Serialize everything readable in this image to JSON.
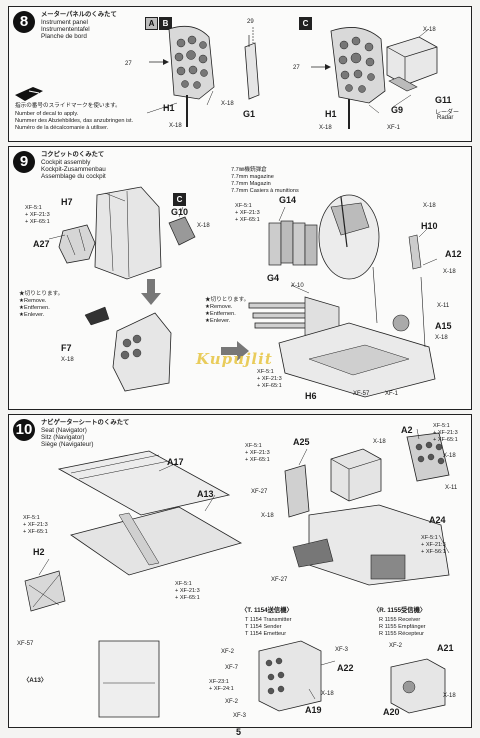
{
  "page_number": "5",
  "watermark": "Kupujlit",
  "step8": {
    "number": "8",
    "title_jp": "メーターパネルのくみたて",
    "title_en": "Instrument panel",
    "title_de": "Instrumententafel",
    "title_fr": "Planche de bord",
    "variant_a": "A",
    "variant_b": "B",
    "variant_c": "C",
    "decal_jp": "指示の番号のスライドマークを使います。",
    "decal_en": "Number of decal to apply.",
    "decal_de": "Nummer des Abziehbildes, das anzubringen ist.",
    "decal_fr": "Numéro de la décalcomanie à utiliser.",
    "parts": {
      "p27a": "27",
      "p29": "29",
      "h1a": "H1",
      "g1": "G1",
      "p27c": "27",
      "h1c": "H1",
      "g9": "G9",
      "g11": "G11"
    },
    "paints": {
      "x18a": "X-18",
      "x18b": "X-18",
      "x18c": "X-18",
      "x18d": "X-18",
      "xf1": "XF-1"
    },
    "radar_jp": "レーダー",
    "radar_en": "Radar"
  },
  "step9": {
    "number": "9",
    "title_jp": "コクピットのくみたて",
    "title_en": "Cockpit assembly",
    "title_de": "Kockpit-Zusammenbau",
    "title_fr": "Assemblage du cockpit",
    "variant_c": "C",
    "mix1": [
      "XF-5:1",
      "+ XF-21:3",
      "+ XF-65:1"
    ],
    "mix2": [
      "XF-5:1",
      "+ XF-21:3",
      "+ XF-65:1"
    ],
    "mix3": [
      "XF-5:1",
      "+ XF-21:3",
      "+ XF-65:1"
    ],
    "mag_jp": "7.7㎜機銃弾倉",
    "mag_en": "7.7mm magazine",
    "mag_de": "7.7mm Magazin",
    "mag_fr": "7.7mm Casiers à munitions",
    "remove1": [
      "★切りとります。",
      "★Remove.",
      "★Entfernen.",
      "★Enlever."
    ],
    "remove2": [
      "★切りとります。",
      "★Remove.",
      "★Entfernen.",
      "★Enlever."
    ],
    "parts": {
      "h7": "H7",
      "a27": "A27",
      "g10": "G10",
      "g14": "G14",
      "h10": "H10",
      "a12": "A12",
      "g4": "G4",
      "f7": "F7",
      "a15": "A15",
      "h6": "H6"
    },
    "paints": {
      "x18a": "X-18",
      "x18b": "X-18",
      "x18c": "X-18",
      "x18d": "X-18",
      "x10": "X-10",
      "x11": "X-11",
      "x18e": "X-18",
      "xf57": "XF-57",
      "xf1": "XF-1"
    }
  },
  "step10": {
    "number": "10",
    "title_jp": "ナビゲーターシートのくみたて",
    "title_en": "Seat (Navigator)",
    "title_de": "Sitz (Navigator)",
    "title_fr": "Siège (Navigateur)",
    "mix1": [
      "XF-5:1",
      "+ XF-21:3",
      "+ XF-65:1"
    ],
    "mix2": [
      "XF-5:1",
      "+ XF-21:3",
      "+ XF-65:1"
    ],
    "mix3": [
      "XF-5:1",
      "+ XF-21:3",
      "+ XF-65:1"
    ],
    "mix4": [
      "XF-5:1",
      "+ XF-21:3",
      "+ XF-65:1"
    ],
    "mix5": [
      "XF-5:1",
      "+ XF-21:3",
      "+ XF-56:1"
    ],
    "parts": {
      "a17": "A17",
      "a13": "A13",
      "h2": "H2",
      "a25": "A25",
      "a2": "A2",
      "a24": "A24",
      "a22": "A22",
      "a19": "A19",
      "a21": "A21",
      "a20": "A20",
      "a13ref": "〈A13〉"
    },
    "paints": {
      "xf57": "XF-57",
      "xf27a": "XF-27",
      "x18a": "X-18",
      "xf27b": "XF-27",
      "x18b": "X-18",
      "x18c": "X-18",
      "x11": "X-11",
      "xf2a": "XF-2",
      "xf7": "XF-7",
      "xf2b": "XF-2",
      "xf3a": "XF-3",
      "xf3b": "XF-3",
      "x18d": "X-18",
      "xf2c": "XF-2",
      "x18e": "X-18",
      "mixT": [
        "XF-23:1",
        "+ XF-24:1"
      ]
    },
    "transmitter_title": "〈T. 1154送信機〉",
    "transmitter": [
      "T 1154 Transmitter",
      "T 1154 Sender",
      "T 1154 Emetteur"
    ],
    "receiver_title": "〈R. 1155受信機〉",
    "receiver": [
      "R 1155 Receiver",
      "R 1155 Empfänger",
      "R 1155 Récepteur"
    ]
  }
}
